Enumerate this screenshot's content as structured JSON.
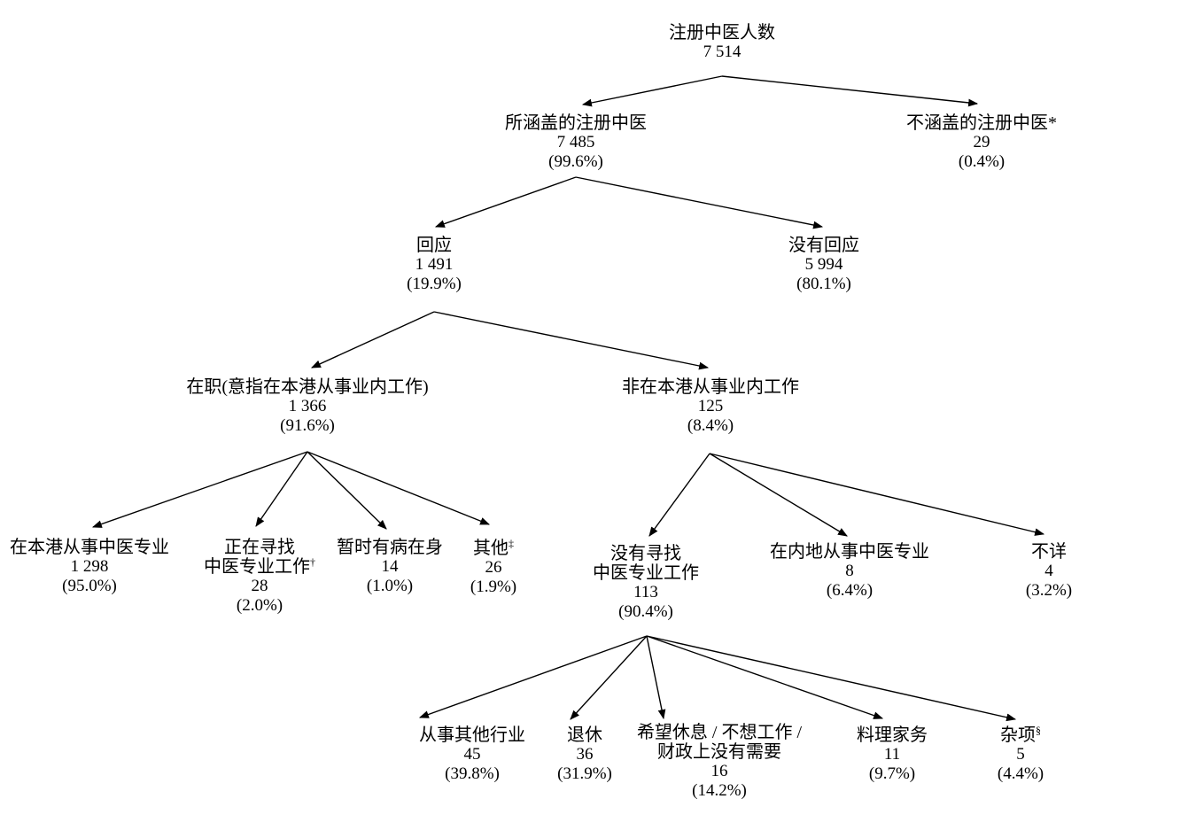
{
  "colors": {
    "background": "#ffffff",
    "text": "#000000",
    "line": "#000000"
  },
  "diagram": {
    "type": "tree-flowchart",
    "nodes": [
      {
        "id": "registered-total",
        "label": "注册中医人数",
        "value": "7 514"
      },
      {
        "id": "covered",
        "label": "所涵盖的注册中医",
        "value": "7 485",
        "percent": "(99.6%)"
      },
      {
        "id": "not-covered",
        "label": "不涵盖的注册中医*",
        "value": "29",
        "percent": "(0.4%)"
      },
      {
        "id": "responded",
        "label": "回应",
        "value": "1 491",
        "percent": "(19.9%)"
      },
      {
        "id": "no-response",
        "label": "没有回应",
        "value": "5 994",
        "percent": "(80.1%)"
      },
      {
        "id": "working",
        "label": "在职(意指在本港从事业内工作)",
        "value": "1 366",
        "percent": "(91.6%)"
      },
      {
        "id": "not-working-in-field",
        "label": "非在本港从事业内工作",
        "value": "125",
        "percent": "(8.4%)"
      },
      {
        "id": "practising-cm-hk",
        "label": "在本港从事中医专业",
        "value": "1 298",
        "percent": "(95.0%)"
      },
      {
        "id": "seeking-cm-work",
        "label": "正在寻找\n中医专业工作",
        "sup": "†",
        "value": "28",
        "percent": "(2.0%)"
      },
      {
        "id": "temporarily-sick",
        "label": "暂时有病在身",
        "value": "14",
        "percent": "(1.0%)"
      },
      {
        "id": "others",
        "label": "其他",
        "sup": "‡",
        "value": "26",
        "percent": "(1.9%)"
      },
      {
        "id": "not-seeking-cm-work",
        "label": "没有寻找\n中医专业工作",
        "value": "113",
        "percent": "(90.4%)"
      },
      {
        "id": "practising-cm-mainland",
        "label": "在内地从事中医专业",
        "value": "8",
        "percent": "(6.4%)"
      },
      {
        "id": "unknown",
        "label": "不详",
        "value": "4",
        "percent": "(3.2%)"
      },
      {
        "id": "other-industry",
        "label": "从事其他行业",
        "value": "45",
        "percent": "(39.8%)"
      },
      {
        "id": "retired",
        "label": "退休",
        "value": "36",
        "percent": "(31.9%)"
      },
      {
        "id": "wish-to-rest",
        "label": "希望休息 / 不想工作 /\n财政上没有需要",
        "value": "16",
        "percent": "(14.2%)"
      },
      {
        "id": "housework",
        "label": "料理家务",
        "value": "11",
        "percent": "(9.7%)"
      },
      {
        "id": "miscellaneous",
        "label": "杂项",
        "sup": "§",
        "value": "5",
        "percent": "(4.4%)"
      }
    ],
    "edges": [
      {
        "from": "registered-total",
        "to": "covered"
      },
      {
        "from": "registered-total",
        "to": "not-covered"
      },
      {
        "from": "covered",
        "to": "responded"
      },
      {
        "from": "covered",
        "to": "no-response"
      },
      {
        "from": "responded",
        "to": "working"
      },
      {
        "from": "responded",
        "to": "not-working-in-field"
      },
      {
        "from": "working",
        "to": "practising-cm-hk"
      },
      {
        "from": "working",
        "to": "seeking-cm-work"
      },
      {
        "from": "working",
        "to": "temporarily-sick"
      },
      {
        "from": "working",
        "to": "others"
      },
      {
        "from": "not-working-in-field",
        "to": "not-seeking-cm-work"
      },
      {
        "from": "not-working-in-field",
        "to": "practising-cm-mainland"
      },
      {
        "from": "not-working-in-field",
        "to": "unknown"
      },
      {
        "from": "not-seeking-cm-work",
        "to": "other-industry"
      },
      {
        "from": "not-seeking-cm-work",
        "to": "retired"
      },
      {
        "from": "not-seeking-cm-work",
        "to": "rest"
      },
      {
        "from": "not-seeking-cm-work",
        "to": "housework"
      },
      {
        "from": "not-seeking-cm-work",
        "to": "miscellaneous"
      }
    ]
  }
}
